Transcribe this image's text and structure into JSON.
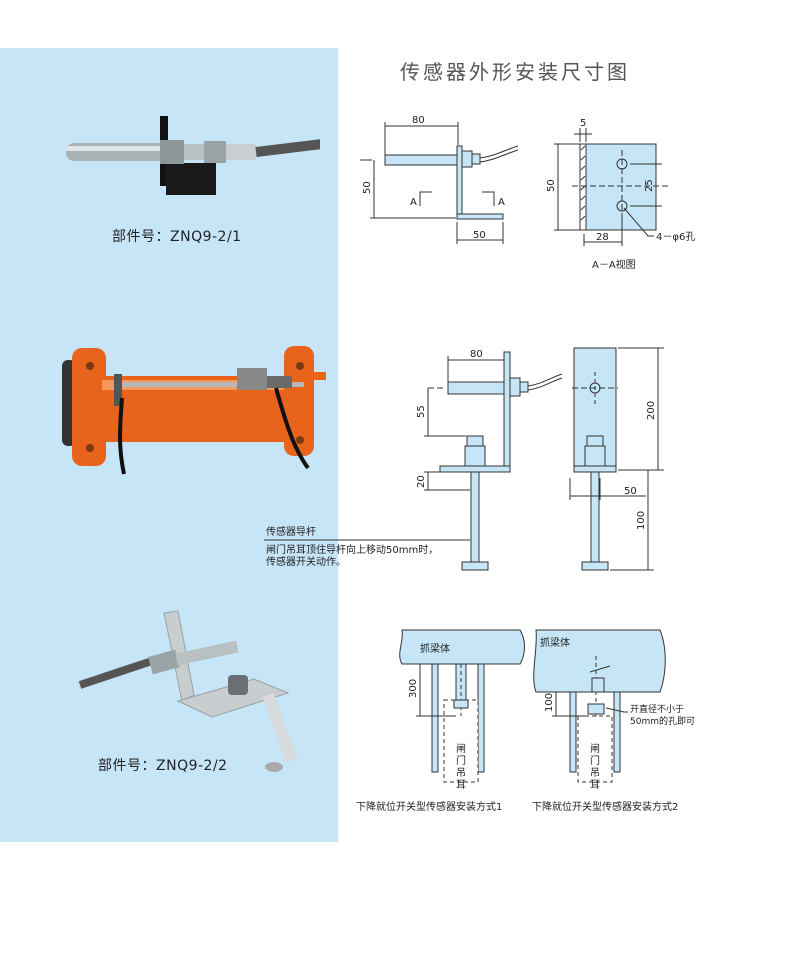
{
  "title": "传感器外形安装尺寸图",
  "parts": [
    {
      "label": "部件号：ZNQ9-2/1"
    },
    {
      "label": "部件号：ZNQ9-2/2"
    }
  ],
  "drawing1": {
    "dim_80": "80",
    "dim_50_height": "50",
    "dim_50_base": "50",
    "section_a_left": "A",
    "section_a_right": "A",
    "dim_5": "5",
    "dim_50_side": "50",
    "dim_25": "25",
    "dim_28": "28",
    "hole_note": "4－φ6孔",
    "view_caption": "A－A视图"
  },
  "drawing2": {
    "dim_80": "80",
    "dim_55": "55",
    "dim_20": "20",
    "dim_200": "200",
    "dim_50": "50",
    "dim_100": "100",
    "callout_title": "传感器导杆",
    "callout_line1": "闸门吊耳顶住导杆向上移动50mm时，",
    "callout_line2": "传感器开关动作。"
  },
  "drawing3": {
    "beam_label_1": "抓梁体",
    "beam_label_2": "抓梁体",
    "dim_300": "300",
    "dim_100": "100",
    "lug_label_1": [
      "闸",
      "门",
      "吊",
      "耳"
    ],
    "lug_label_2": [
      "闸",
      "门",
      "吊",
      "耳"
    ],
    "hole_note_line1": "开直径不小于",
    "hole_note_line2": "50mm的孔即可",
    "caption_1": "下降就位开关型传感器安装方式1",
    "caption_2": "下降就位开关型传感器安装方式2"
  },
  "colors": {
    "panel_bg": "#c6e6f7",
    "drawing_fill": "#c6e6f7",
    "sensor_orange": "#e8641c",
    "line": "#333333"
  }
}
